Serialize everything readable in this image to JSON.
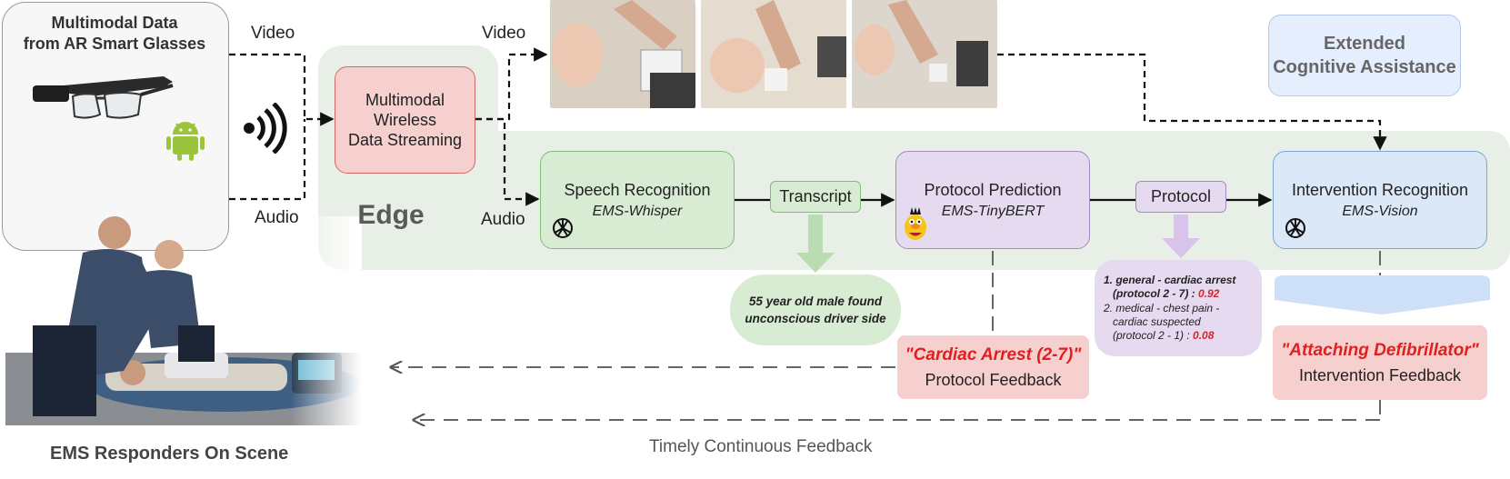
{
  "source": {
    "title_line1": "Multimodal Data",
    "title_line2": "from AR Smart Glasses",
    "icons": [
      "ar-glasses-icon",
      "android-icon",
      "audio-waveform-icon",
      "wireless-signal-icon"
    ]
  },
  "streams": {
    "video_label": "Video",
    "audio_label": "Audio"
  },
  "edge": {
    "label": "Edge",
    "streaming_line1": "Multimodal",
    "streaming_line2": "Wireless",
    "streaming_line3": "Data Streaming"
  },
  "extended": {
    "line1": "Extended",
    "line2": "Cognitive Assistance"
  },
  "speech": {
    "title": "Speech Recognition",
    "model": "EMS-Whisper",
    "icon": "openai-icon"
  },
  "transcript": {
    "label": "Transcript",
    "text_line1": "55 year old male found",
    "text_line2": "unconscious driver side"
  },
  "protocol_prediction": {
    "title": "Protocol Prediction",
    "model": "EMS-TinyBERT",
    "icon": "bert-icon"
  },
  "protocol": {
    "label": "Protocol",
    "pred1_line1": "1. general - cardiac arrest",
    "pred1_line2": "(protocol 2 - 7) : ",
    "pred1_score": "0.92",
    "pred2_line1": "2. medical - chest pain -",
    "pred2_line2": "cardiac suspected",
    "pred2_line3": "(protocol 2 - 1) : ",
    "pred2_score": "0.08"
  },
  "intervention": {
    "title": "Intervention Recognition",
    "model": "EMS-Vision",
    "icon": "openai-icon"
  },
  "protocol_feedback": {
    "title": "\"Cardiac Arrest (2-7)\"",
    "subtitle": "Protocol Feedback"
  },
  "intervention_feedback": {
    "title": "\"Attaching Defibrillator\"",
    "subtitle": "Intervention Feedback"
  },
  "footer": {
    "timely": "Timely Continuous Feedback",
    "responders": "EMS Responders On Scene"
  },
  "colors": {
    "feedback_red": "#e02020",
    "green": "#d8ecd3",
    "purple": "#e6daf0",
    "blue": "#dbe8f8",
    "pink": "#f6cfcf"
  }
}
